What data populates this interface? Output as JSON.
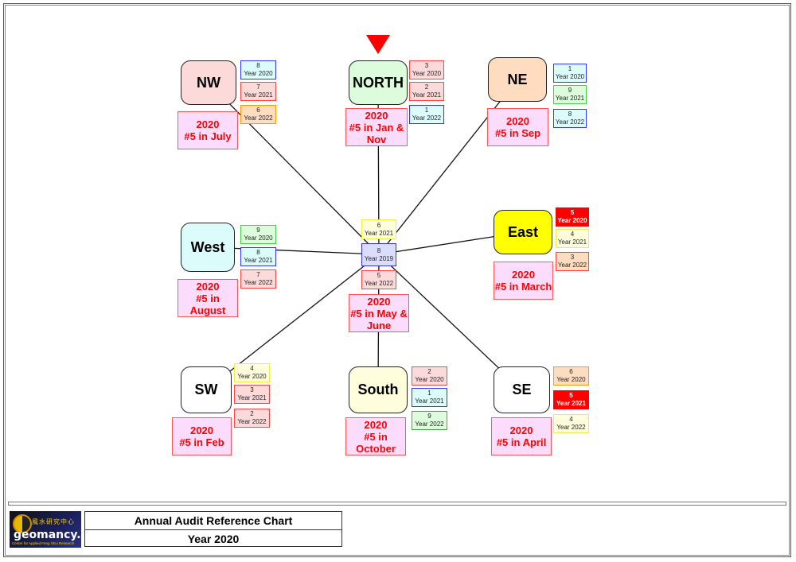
{
  "center": {
    "stars": [
      {
        "num": "6",
        "year": "Year 2021",
        "bg": "#fefedc",
        "border": "#eeee44"
      },
      {
        "num": "8",
        "year": "Year 2019",
        "bg": "#dcdcfc",
        "border": "#3333ee"
      },
      {
        "num": "5",
        "year": "Year 2022",
        "bg": "#fddada",
        "border": "#f44"
      }
    ],
    "label": [
      "2020",
      "#5 in May &",
      "June"
    ]
  },
  "sectors": [
    {
      "name": "NW",
      "bg": "#fddada",
      "label": [
        "2020",
        "#5 in July"
      ],
      "stars": [
        {
          "num": "8",
          "year": "Year 2020",
          "bg": "#dcfcfc",
          "border": "#33f"
        },
        {
          "num": "7",
          "year": "Year 2021",
          "bg": "#fddada",
          "border": "#f44"
        },
        {
          "num": "6",
          "year": "Year 2022",
          "bg": "#fddcc0",
          "border": "#f90"
        }
      ]
    },
    {
      "name": "NORTH",
      "bg": "#dcfcdc",
      "label": [
        "2020",
        "#5 in Jan &",
        "Nov"
      ],
      "stars": [
        {
          "num": "3",
          "year": "Year 2020",
          "bg": "#fddada",
          "border": "#f44"
        },
        {
          "num": "2",
          "year": "Year 2021",
          "bg": "#fddada",
          "border": "#f44"
        },
        {
          "num": "1",
          "year": "Year 2022",
          "bg": "#dcfcfc",
          "border": "#33f"
        }
      ]
    },
    {
      "name": "NE",
      "bg": "#fddcc0",
      "label": [
        "2020",
        "#5 in Sep"
      ],
      "stars": [
        {
          "num": "1",
          "year": "Year 2020",
          "bg": "#dcfcfc",
          "border": "#33f"
        },
        {
          "num": "9",
          "year": "Year 2021",
          "bg": "#dcfcdc",
          "border": "#4c4"
        },
        {
          "num": "8",
          "year": "Year 2022",
          "bg": "#dcfcfc",
          "border": "#33f"
        }
      ]
    },
    {
      "name": "West",
      "bg": "#dcfcfc",
      "label": [
        "2020",
        "#5 in",
        "August"
      ],
      "stars": [
        {
          "num": "9",
          "year": "Year 2020",
          "bg": "#dcfcdc",
          "border": "#4c4"
        },
        {
          "num": "8",
          "year": "Year 2021",
          "bg": "#dcfcfc",
          "border": "#33f"
        },
        {
          "num": "7",
          "year": "Year 2022",
          "bg": "#fddada",
          "border": "#f44"
        }
      ]
    },
    {
      "name": "East",
      "bg": "#ffff00",
      "label": [
        "2020",
        "#5 in March"
      ],
      "stars": [
        {
          "num": "5",
          "year": "Year 2020",
          "bg": "#ff0000",
          "border": "#f00",
          "hot": true
        },
        {
          "num": "4",
          "year": "Year 2021",
          "bg": "#fefedc",
          "border": "#eeee44"
        },
        {
          "num": "3",
          "year": "Year 2022",
          "bg": "#fddcc0",
          "border": "#f44"
        }
      ]
    },
    {
      "name": "SW",
      "bg": "#ffffff",
      "label": [
        "2020",
        "#5 in Feb"
      ],
      "stars": [
        {
          "num": "4",
          "year": "Year 2020",
          "bg": "#fefedc",
          "border": "#eeee44"
        },
        {
          "num": "3",
          "year": "Year 2021",
          "bg": "#fddada",
          "border": "#f44"
        },
        {
          "num": "2",
          "year": "Year 2022",
          "bg": "#fddada",
          "border": "#f44"
        }
      ]
    },
    {
      "name": "South",
      "bg": "#fefedc",
      "label": [
        "2020",
        "#5 in",
        "October"
      ],
      "stars": [
        {
          "num": "2",
          "year": "Year 2020",
          "bg": "#fddada",
          "border": "#f44"
        },
        {
          "num": "1",
          "year": "Year 2021",
          "bg": "#dcfcfc",
          "border": "#33f"
        },
        {
          "num": "9",
          "year": "Year 2022",
          "bg": "#dcfcdc",
          "border": "#4a4"
        }
      ]
    },
    {
      "name": "SE",
      "bg": "#ffffff",
      "label": [
        "2020",
        "#5 in April"
      ],
      "stars": [
        {
          "num": "6",
          "year": "Year 2020",
          "bg": "#fddcc0",
          "border": "#f90"
        },
        {
          "num": "5",
          "year": "Year 2021",
          "bg": "#ff0000",
          "border": "#f00",
          "hot": true
        },
        {
          "num": "4",
          "year": "Year 2022",
          "bg": "#fefedc",
          "border": "#eeee44"
        }
      ]
    }
  ],
  "footer": {
    "logo_text": "geomancy.net",
    "logo_chinese": "風水研究中心",
    "logo_sub": "Center for Applied Feng Shui Research",
    "title": "Annual Audit Reference Chart",
    "year": "Year 2020"
  }
}
